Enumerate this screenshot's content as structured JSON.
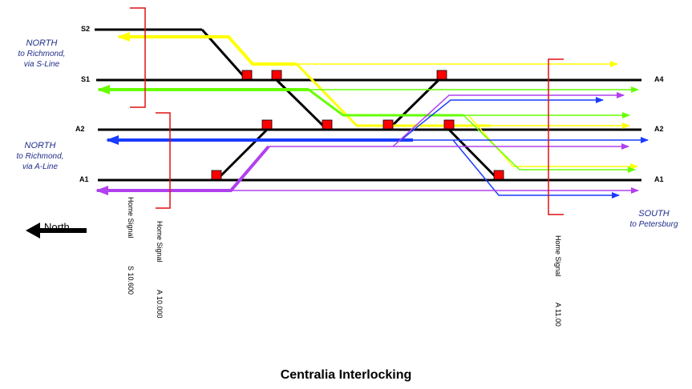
{
  "title": "Centralia Interlocking",
  "tracks": {
    "s2": "S2",
    "s1": "S1",
    "a2_left": "A2",
    "a1_left": "A1",
    "a4": "A4",
    "a2_right": "A2",
    "a1_right": "A1"
  },
  "directions": {
    "north_s": {
      "line1": "NORTH",
      "line2": "to Richmond,",
      "line3": "via S-Line"
    },
    "north_a": {
      "line1": "NORTH",
      "line2": "to Richmond,",
      "line3": "via A-Line"
    },
    "south": {
      "line1": "SOUTH",
      "line2": "to Petersburg"
    }
  },
  "north_arrow": "North",
  "signals": {
    "s": {
      "name": "Home Signal",
      "id": "S 10.600"
    },
    "a10": {
      "name": "Home Signal",
      "id": "A 10.000"
    },
    "a11": {
      "name": "Home Signal",
      "id": "A 11.00"
    }
  },
  "colors": {
    "track": "#000000",
    "yellow": "#ffff00",
    "green": "#66ff00",
    "blue": "#1a3cff",
    "purple": "#b040f0",
    "signal": "#ff0000",
    "label": "#1f2d8a"
  }
}
